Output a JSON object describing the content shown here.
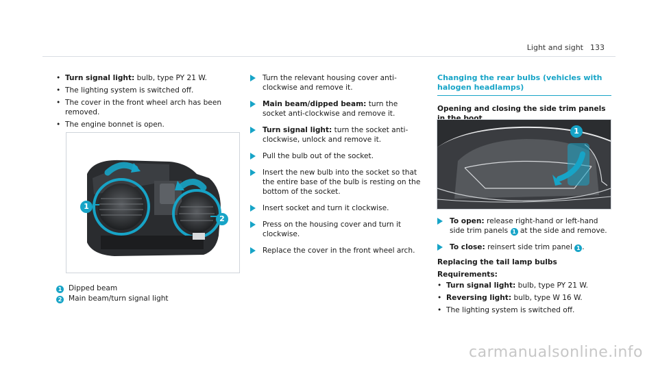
{
  "header": {
    "title": "Light and sight",
    "page": "133"
  },
  "col1": {
    "bullets": [
      {
        "bold": "Turn signal light:",
        "text": " bulb, type PY 21 W."
      },
      {
        "bold": "",
        "text": "The lighting system is switched off."
      },
      {
        "bold": "",
        "text": "The cover in the front wheel arch has been removed."
      },
      {
        "bold": "",
        "text": "The engine bonnet is open."
      }
    ],
    "captions": [
      {
        "n": "1",
        "text": "Dipped beam"
      },
      {
        "n": "2",
        "text": "Main beam/turn signal light"
      }
    ],
    "callouts": [
      "1",
      "2"
    ]
  },
  "col2": {
    "steps": [
      {
        "bold": "",
        "text": "Turn the relevant housing cover anti-clockwise and remove it."
      },
      {
        "bold": "Main beam/dipped beam:",
        "text": " turn the socket anti-clockwise and remove it."
      },
      {
        "bold": "Turn signal light:",
        "text": " turn the socket anti-clockwise, unlock and remove it."
      },
      {
        "bold": "",
        "text": "Pull the bulb out of the socket."
      },
      {
        "bold": "",
        "text": "Insert the new bulb into the socket so that the entire base of the bulb is resting on the bottom of the socket."
      },
      {
        "bold": "",
        "text": "Insert socket and turn it clockwise."
      },
      {
        "bold": "",
        "text": "Press on the housing cover and turn it clockwise."
      },
      {
        "bold": "",
        "text": "Replace the cover in the front wheel arch."
      }
    ]
  },
  "col3": {
    "section_title": "Changing the rear bulbs (vehicles with halogen headlamps)",
    "subhead1": "Opening and closing the side trim panels in the boot",
    "callout": "1",
    "open_bold": "To open:",
    "open_text_a": " release right-hand or left-hand side trim panels ",
    "open_num": "1",
    "open_text_b": " at the side and remove.",
    "close_bold": "To close:",
    "close_text_a": " reinsert side trim panel ",
    "close_num": "1",
    "close_text_b": ".",
    "subhead2": "Replacing the tail lamp bulbs",
    "req_label": "Requirements:",
    "bullets": [
      {
        "bold": "Turn signal light:",
        "text": " bulb, type PY 21 W."
      },
      {
        "bold": "Reversing light:",
        "text": " bulb, type W 16 W."
      },
      {
        "bold": "",
        "text": "The lighting system is switched off."
      }
    ]
  },
  "watermark": "carmanualsonline.info",
  "colors": {
    "accent": "#17a4c7"
  }
}
